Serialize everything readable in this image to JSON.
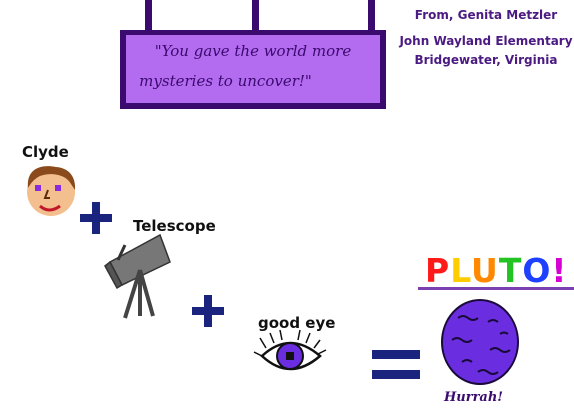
{
  "sign": {
    "quote_line1": "\"You gave the world more",
    "quote_line2": "mysteries to uncover!\"",
    "panel_color": "#b36bef",
    "frame_color": "#3a0a6e"
  },
  "credit": {
    "from": "From, Genita Metzler",
    "school": "John Wayland Elementary",
    "location": "Bridgewater, Virginia",
    "color": "#4b1a82"
  },
  "equation": {
    "clyde_label": "Clyde",
    "telescope_label": "Telescope",
    "eye_label": "good eye",
    "plus_color": "#1a237e",
    "equals_color": "#1a237e"
  },
  "pluto": {
    "letters": [
      {
        "char": "P",
        "color": "#ff1a1a"
      },
      {
        "char": "L",
        "color": "#ffcc00"
      },
      {
        "char": "U",
        "color": "#ff8800"
      },
      {
        "char": "T",
        "color": "#22c322"
      },
      {
        "char": "O",
        "color": "#1e40ff"
      },
      {
        "char": "!",
        "color": "#d400d4"
      }
    ],
    "caption": "Hurrah!",
    "planet_color": "#6a2ee0",
    "underline_color": "#7a3fb0"
  },
  "icons": {
    "face": "smiley-face-icon",
    "telescope": "telescope-icon",
    "eye": "eye-icon",
    "planet": "planet-icon"
  }
}
